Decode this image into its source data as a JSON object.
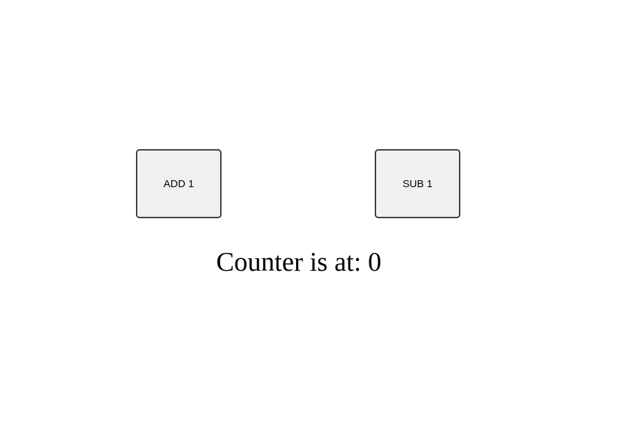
{
  "buttons": {
    "add_label": "ADD 1",
    "sub_label": "SUB 1"
  },
  "counter": {
    "text": "Counter is at: 0"
  }
}
